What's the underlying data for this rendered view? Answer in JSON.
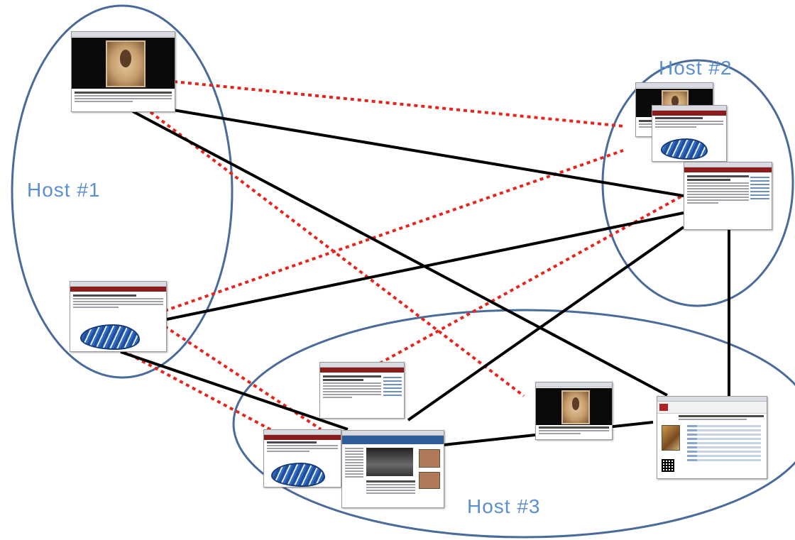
{
  "hosts": [
    {
      "label": "Host #1"
    },
    {
      "label": "Host #2"
    },
    {
      "label": "Host #3"
    }
  ],
  "pages": [
    {
      "kind": "video-portrait-page",
      "host": "Host #1"
    },
    {
      "kind": "article-with-map-page",
      "host": "Host #1"
    },
    {
      "kind": "video-portrait-page",
      "host": "Host #2"
    },
    {
      "kind": "article-with-map-page",
      "host": "Host #2"
    },
    {
      "kind": "article-red-header-page",
      "host": "Host #2"
    },
    {
      "kind": "article-red-header-page",
      "host": "Host #3"
    },
    {
      "kind": "article-with-map-page",
      "host": "Host #3"
    },
    {
      "kind": "news-portal-page",
      "host": "Host #3"
    },
    {
      "kind": "video-portrait-page",
      "host": "Host #3"
    },
    {
      "kind": "museum-catalog-page",
      "host": "Host #3"
    }
  ],
  "colors": {
    "ellipse": "#4a6b9a",
    "host_label": "#5b8fd0",
    "solid_link": "#000000",
    "dotted_link": "#e8231b"
  },
  "link_styles": [
    "solid",
    "dotted"
  ]
}
